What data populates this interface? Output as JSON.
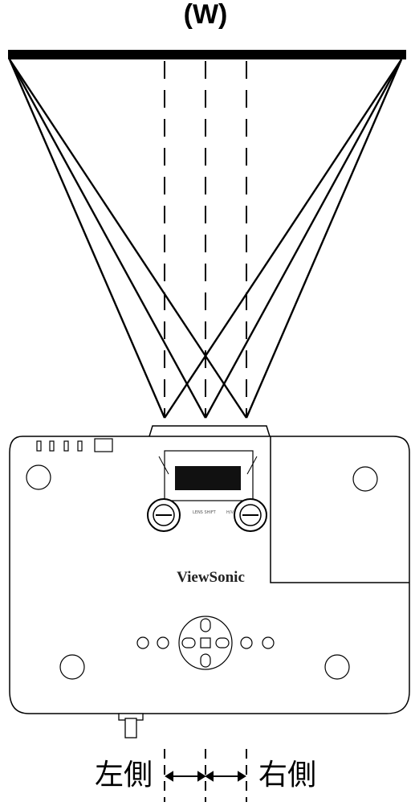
{
  "diagram": {
    "screen_label": "(W)",
    "left_label": "左側",
    "right_label": "右側",
    "brand": "ViewSonic",
    "lens_labels": {
      "left": "LENS SHIFT",
      "right": "H/V"
    }
  }
}
